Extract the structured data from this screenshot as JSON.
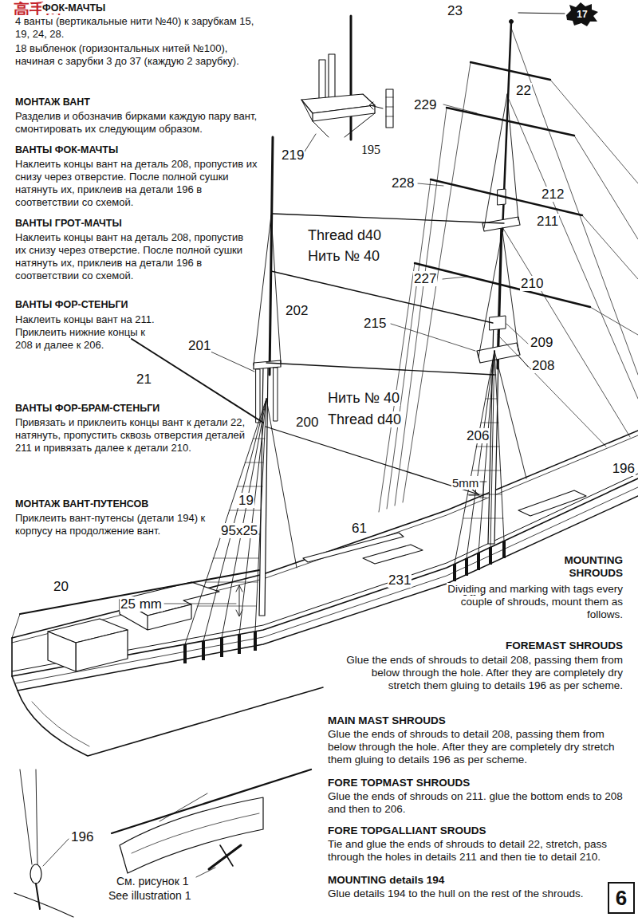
{
  "diagram": {
    "nodes": [
      {
        "text": [
          "17"
        ]
      },
      {
        "text": [
          "6"
        ]
      }
    ],
    "labels": [
      "高手网",
      "ФОК-МАЧТЫ",
      "4 ванты (вертикальные нити №40) к зарубкам 15, 19, 24, 28.",
      "18 выбленок (горизонтальных нитей №100), начиная с зарубки 3 до 37 (каждую 2 зарубку).",
      "МОНТАЖ ВАНТ",
      "Разделив и обозначив бирками каждую пару вант, смонтировать их следующим образом.",
      "ВАНТЫ ФОК-МАЧТЫ",
      "Наклеить концы вант на деталь 208, пропустив их снизу через отверстие. После полной сушки натянуть их, приклеив на детали 196 в соответствии со схемой.",
      "ВАНТЫ ГРОТ-МАЧТЫ",
      "Наклеить концы вант на деталь 208, пропустив их снизу через отверстие. После полной сушки натянуть их, приклеив на детали 196 в соответствии со схемой.",
      "ВАНТЫ ФОР-СТЕНЬГИ",
      "Наклеить концы вант на 211. Приклеить нижние концы к 208 и далее к 206.",
      "ВАНТЫ ФОР-БРАМ-СТЕНЬГИ",
      "Привязать и приклеить концы вант к детали 22, натянуть, пропустить сквозь отверстия деталей 211 и привязать далее к детали 210.",
      "МОНТАЖ ВАНТ-ПУТЕНСОВ",
      "Приклеить вант-путенсы (детали 194) к корпусу на продолжение вант.",
      "23",
      "229",
      "22",
      "219",
      "195",
      "228",
      "212",
      "211",
      "Thread d40",
      "Нить № 40",
      "227",
      "210",
      "202",
      "215",
      "209",
      "201",
      "208",
      "21",
      "Нить № 40",
      "Thread d40",
      "200",
      "206",
      "196",
      "5mm",
      "19",
      "95x25",
      "61",
      "MOUNTING SHROUDS",
      "231",
      "20",
      "194",
      "Dividing and marking with tags every couple of shrouds, mount them as follows.",
      "25 mm",
      "FOREMAST SHROUDS",
      "Glue the ends of shrouds to detail 208, passing them from below through the hole. After they are completely dry stretch them gluing to details 196 as per scheme.",
      "MAIN MAST SHROUDS",
      "Glue the ends of shrouds to detail 208, passing them from below through the hole. After they are completely dry stretch them gluing to details 196 as per scheme.",
      "FORE TOPMAST SHROUDS",
      "Glue the ends of shrouds on 211. glue the bottom ends to 208 and then to 206.",
      "FORE TOPGALLIANT SROUDS",
      "Tie and glue the ends of shrouds to detail 22, stretch, pass through the holes in details 211 and then tie to detail 210.",
      "MOUNTING details 194",
      "Glue details 194 to the hull on the rest of the shrouds.",
      "196",
      "См. рисунок 1",
      "See illustration 1"
    ]
  }
}
